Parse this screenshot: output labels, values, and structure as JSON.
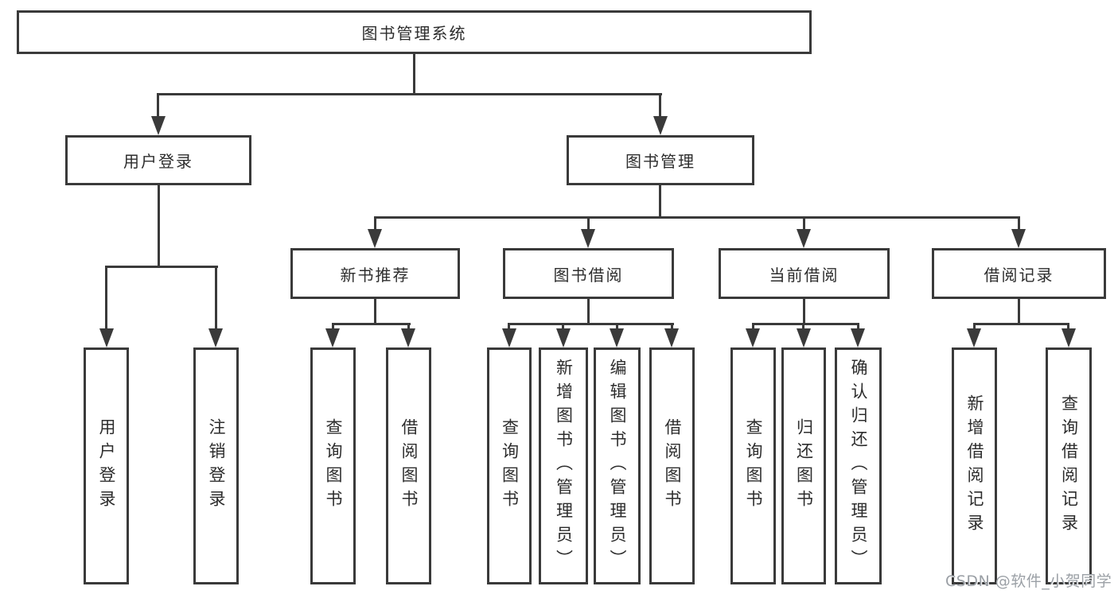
{
  "diagram": {
    "root": "图书管理系统",
    "level2": {
      "user_login": "用户登录",
      "book_mgmt": "图书管理"
    },
    "level3": {
      "new_book_rec": "新书推荐",
      "book_borrow": "图书借阅",
      "current_borrow": "当前借阅",
      "borrow_record": "借阅记录"
    },
    "leaves": {
      "user_login": "用户登录",
      "logout": "注销登录",
      "query_book_a": "查询图书",
      "borrow_book_a": "借阅图书",
      "query_book_b": "查询图书",
      "add_book_admin": "新增图书（管理员）",
      "edit_book_admin": "编辑图书（管理员）",
      "borrow_book_b": "借阅图书",
      "query_book_c": "查询图书",
      "return_book": "归还图书",
      "confirm_return_admin": "确认归还（管理员）",
      "add_borrow_record": "新增借阅记录",
      "query_borrow_record": "查询借阅记录"
    }
  },
  "watermark": {
    "text": "CSDN @软件_小贺同学"
  },
  "colors": {
    "line": "#3a3a3a",
    "text": "#2d2d2d",
    "watermark": "#9ba0a6",
    "background": "#ffffff"
  }
}
